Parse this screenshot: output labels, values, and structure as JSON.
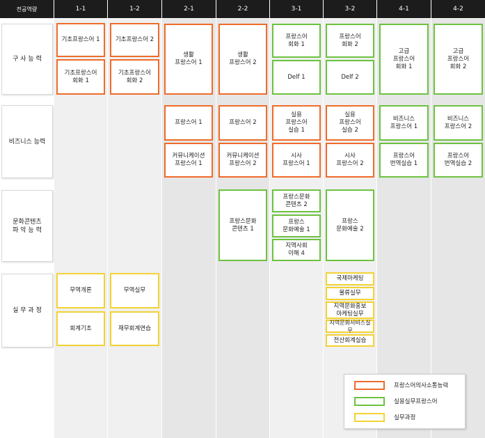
{
  "header": {
    "corner": "전공역량",
    "columns": [
      "1-1",
      "1-2",
      "2-1",
      "2-2",
      "3-1",
      "3-2",
      "4-1",
      "4-2"
    ]
  },
  "rows": [
    {
      "label": "구 사 능 력"
    },
    {
      "label": "비즈니스 능력"
    },
    {
      "label": "문화콘텐츠\n파 악 능 력"
    },
    {
      "label": "실 무 과 정"
    }
  ],
  "colors": {
    "orange": "#ef6b2a",
    "green": "#6cc23f",
    "yellow": "#f3d234",
    "header_bg": "#1c1c1c"
  },
  "courses": {
    "c1": "기초프랑스어 1",
    "c2": "기초프랑스어\n회화 1",
    "c3": "기초프랑스어 2",
    "c4": "기초프랑스어\n회화 2",
    "c5": "생활\n프랑스어 1",
    "c6": "생활\n프랑스어 2",
    "c7": "프랑스어\n회화 1",
    "c8": "Delf 1",
    "c9": "프랑스어\n회화 2",
    "c10": "Delf 2",
    "c11": "고급\n프랑스어\n회화 1",
    "c12": "고급\n프랑스어\n회화 2",
    "c13": "프랑스어 1",
    "c14": "커뮤니케이션\n프랑스어 1",
    "c15": "프랑스어 2",
    "c16": "커뮤니케이션\n프랑스어 2",
    "c17": "실용\n프랑스어\n실습 1",
    "c18": "시사\n프랑스어 1",
    "c19": "실용\n프랑스어\n실습 2",
    "c20": "시사\n프랑스어 2",
    "c21": "비즈니스\n프랑스어 1",
    "c22": "프랑스어\n번역실습 1",
    "c23": "비즈니스\n프랑스어 2",
    "c24": "프랑스어\n번역실습 2",
    "c25": "프랑스문화\n콘텐츠 1",
    "c26": "프랑스문화\n콘텐츠 2",
    "c27": "프랑스\n문화예술 1",
    "c28": "지역사회\n이해 4",
    "c29": "프랑스\n문화예술 2",
    "c30": "무역개론",
    "c31": "회계기초",
    "c32": "무역실무",
    "c33": "재무회계연습",
    "c34": "국제마케팅",
    "c35": "물류실무",
    "c36": "지역문화홍보\n마케팅실무",
    "c37": "지역문화서비스실무",
    "c38": "전산회계실습"
  },
  "legend": [
    {
      "label": "프랑스어의사소통능력",
      "color": "#ef6b2a"
    },
    {
      "label": "실용실무프랑스어",
      "color": "#6cc23f"
    },
    {
      "label": "실무과정",
      "color": "#f3d234"
    }
  ]
}
